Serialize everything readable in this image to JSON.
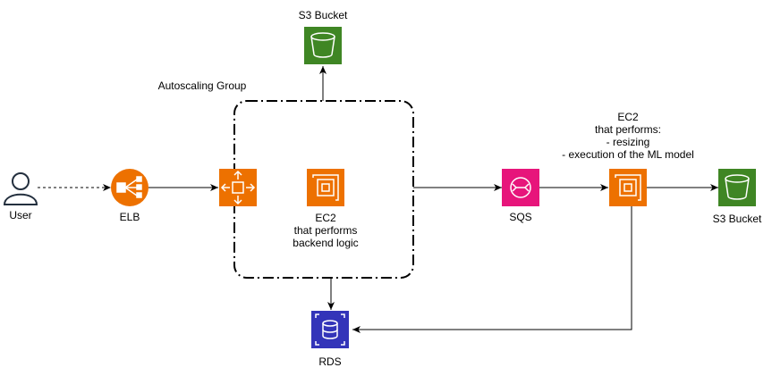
{
  "nodes": {
    "user": {
      "label": "User",
      "icon": "user-icon"
    },
    "elb": {
      "label": "ELB",
      "icon": "load-balancer-icon",
      "color": "#ED7100"
    },
    "autoscaling": {
      "label": "Autoscaling Group",
      "icon": "autoscaling-icon",
      "color": "#ED7100"
    },
    "ec2_backend": {
      "label": "EC2\nthat performs\nbackend logic",
      "icon": "ec2-instance-icon",
      "color": "#ED7100"
    },
    "s3_top": {
      "label": "S3 Bucket",
      "icon": "s3-bucket-icon",
      "color": "#3F8624"
    },
    "sqs": {
      "label": "SQS",
      "icon": "sqs-queue-icon",
      "color": "#E7157B"
    },
    "ec2_worker": {
      "label": "EC2\nthat performs:\n- resizing\n- execution of the ML model",
      "icon": "ec2-instance-icon",
      "color": "#ED7100"
    },
    "s3_right": {
      "label": "S3 Bucket",
      "icon": "s3-bucket-icon",
      "color": "#3F8624"
    },
    "rds": {
      "label": "RDS",
      "icon": "rds-database-icon",
      "color": "#3334B9"
    }
  }
}
